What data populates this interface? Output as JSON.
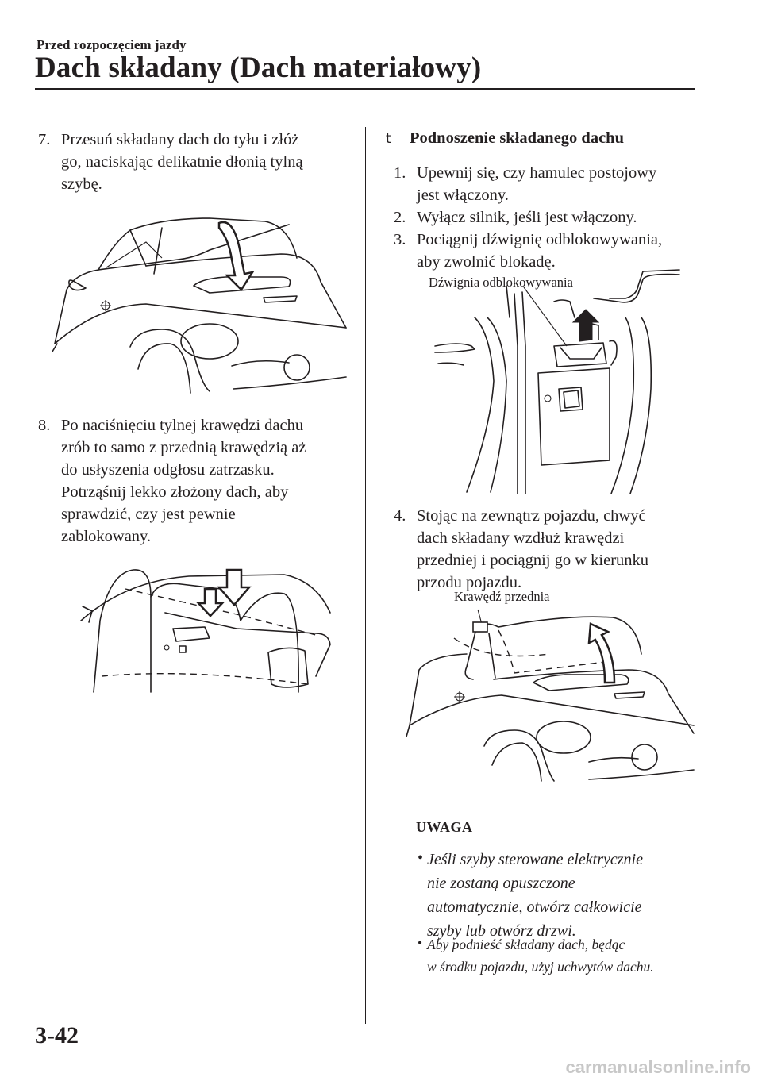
{
  "header": {
    "section": "Przed rozpoczęciem jazdy",
    "title": "Dach składany (Dach materiałowy)"
  },
  "left_steps": [
    {
      "num": "7.",
      "lines": [
        "Przesuń składany dach do tyłu i złóż",
        "go, naciskając delikatnie dłonią tylną",
        "szybę."
      ]
    },
    {
      "num": "8.",
      "lines": [
        "Po naciśnięciu tylnej krawędzi dachu",
        "zrób to samo z przednią krawędzią aż",
        "do usłyszenia odgłosu zatrzasku.",
        "Potrząśnij lekko złożony dach, aby",
        "sprawdzić, czy jest pewnie",
        "zablokowany."
      ]
    }
  ],
  "right": {
    "heading": "Podnoszenie składanego dachu",
    "heading_mark": "t",
    "steps": [
      {
        "num": "1.",
        "lines": [
          "Upewnij się, czy hamulec postojowy",
          "jest włączony."
        ]
      },
      {
        "num": "2.",
        "lines": [
          "Wyłącz silnik, jeśli jest włączony."
        ]
      },
      {
        "num": "3.",
        "lines": [
          "Pociągnij dźwignię odblokowywania,",
          "aby zwolnić blokadę."
        ]
      },
      {
        "num": "4.",
        "lines": [
          "Stojąc na zewnątrz pojazdu, chwyć",
          "dach składany wzdłuż krawędzi",
          "przedniej i pociągnij go w kierunku",
          "przodu pojazdu."
        ]
      }
    ],
    "captions": {
      "lever": "Dźwignia odblokowywania",
      "front_edge": "Krawędź przednia"
    },
    "note_title": "UWAGA",
    "notes": [
      {
        "lines": [
          "Jeśli szyby sterowane elektrycznie",
          "nie zostaną opuszczone",
          "automatycznie, otwórz całkowicie",
          "szyby lub otwórz drzwi."
        ]
      },
      {
        "lines": [
          "Aby podnieść składany dach, będąc",
          "w środku pojazdu, użyj uchwytów dachu."
        ]
      }
    ]
  },
  "footer": {
    "page_number": "3-42",
    "watermark": "carmanualsonline.info"
  }
}
